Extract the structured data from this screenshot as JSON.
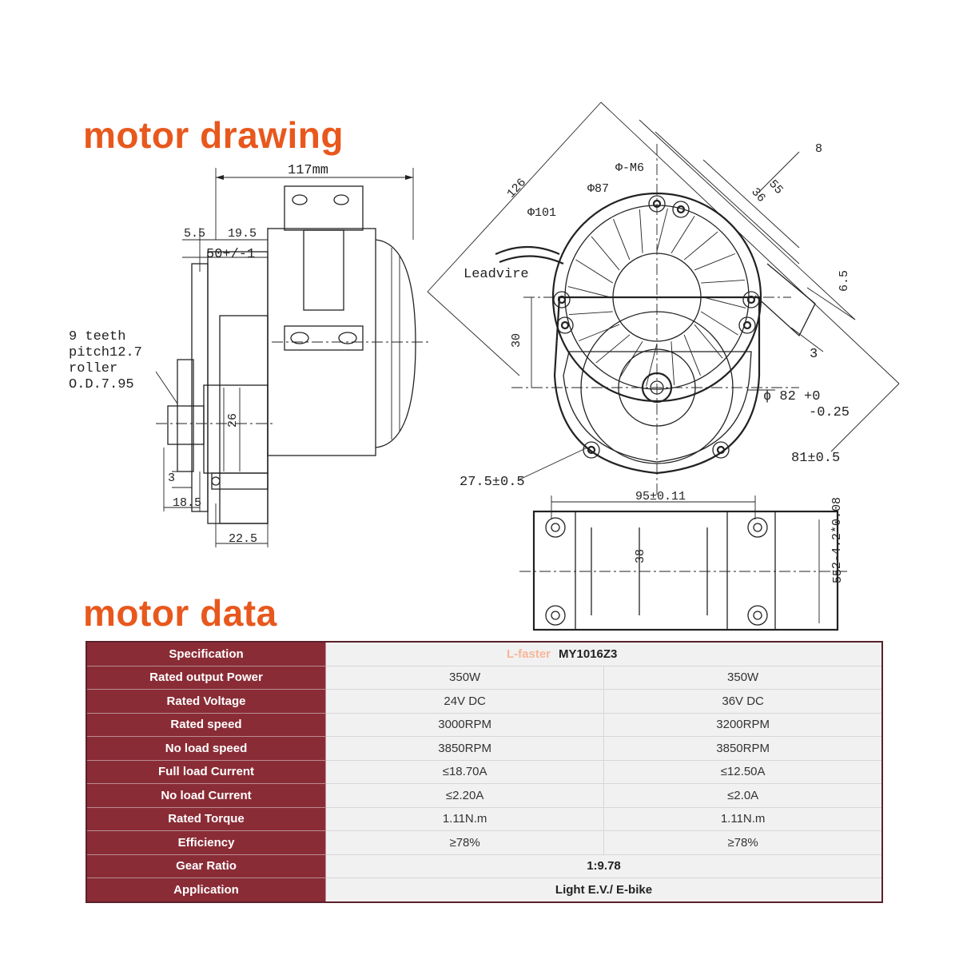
{
  "headings": {
    "drawing": "motor drawing",
    "data": "motor data"
  },
  "dimensions": {
    "overall_length": "117mm",
    "d_5_5": "5.5",
    "d_19_5": "19.5",
    "d_50": "50+/-1",
    "teeth_note": [
      "9 teeth",
      "pitch12.7",
      "roller",
      "O.D.7.95"
    ],
    "d_3": "3",
    "d_18_5": "18.5",
    "d_22_5": "22.5",
    "d_26": "26",
    "d_126": "126",
    "d_101": "Φ101",
    "d_87": "Φ87",
    "d_m6": "Φ-M6",
    "leadwire": "Leadvire",
    "d_8": "8",
    "d_55": "55",
    "d_36": "36",
    "d_6_5": "6.5",
    "d_3b": "3",
    "d_30": "30",
    "d_82": "ϕ 82 +0",
    "d_82_tol": "-0.25",
    "d_81": "81±0.5",
    "d_27_5": "27.5±0.5",
    "d_95": "95±0.11",
    "d_38": "38",
    "d_4_8": "2-4.2*0.08",
    "d_55b": "55"
  },
  "table": {
    "header": {
      "label": "Specification",
      "brand": "L-faster",
      "model": "MY1016Z3"
    },
    "rows": [
      {
        "label": "Rated output Power",
        "v1": "350W",
        "v2": "350W"
      },
      {
        "label": "Rated Voltage",
        "v1": "24V DC",
        "v2": "36V DC"
      },
      {
        "label": "Rated speed",
        "v1": "3000RPM",
        "v2": "3200RPM"
      },
      {
        "label": "No load speed",
        "v1": "3850RPM",
        "v2": "3850RPM"
      },
      {
        "label": "Full load Current",
        "v1": "≤18.70A",
        "v2": "≤12.50A"
      },
      {
        "label": "No load Current",
        "v1": "≤2.20A",
        "v2": "≤2.0A"
      },
      {
        "label": "Rated Torque",
        "v1": "1.11N.m",
        "v2": "1.11N.m"
      },
      {
        "label": "Efficiency",
        "v1": "≥78%",
        "v2": "≥78%"
      }
    ],
    "gear": {
      "label": "Gear Ratio",
      "value": "1:9.78"
    },
    "application": {
      "label": "Application",
      "value": "Light E.V./ E-bike"
    }
  }
}
